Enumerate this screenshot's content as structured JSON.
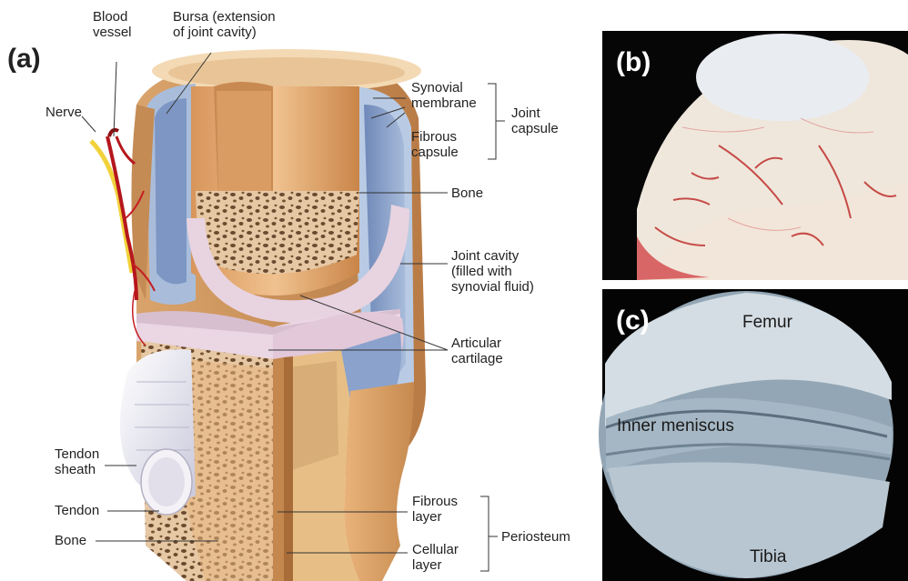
{
  "panels": {
    "a": "(a)",
    "b": "(b)",
    "c": "(c)"
  },
  "labels": {
    "blood_vessel": [
      "Blood",
      "vessel"
    ],
    "bursa": [
      "Bursa (extension",
      "of joint cavity)"
    ],
    "nerve": "Nerve",
    "synovial_membrane": [
      "Synovial",
      "membrane"
    ],
    "fibrous_capsule": [
      "Fibrous",
      "capsule"
    ],
    "joint_capsule": [
      "Joint",
      "capsule"
    ],
    "bone_upper": "Bone",
    "joint_cavity": [
      "Joint cavity",
      "(filled with",
      "synovial fluid)"
    ],
    "articular_cartilage": [
      "Articular",
      "cartilage"
    ],
    "tendon_sheath": [
      "Tendon",
      "sheath"
    ],
    "tendon": "Tendon",
    "bone_lower": "Bone",
    "fibrous_layer": [
      "Fibrous",
      "layer"
    ],
    "cellular_layer": [
      "Cellular",
      "layer"
    ],
    "periosteum": "Periosteum"
  },
  "photo_c_labels": {
    "femur": "Femur",
    "inner_meniscus": "Inner meniscus",
    "tibia": "Tibia"
  },
  "colors": {
    "capsule_tan": "#c9935c",
    "synovial_blue": "#a9bddb",
    "cavity_blue": "#7f98c4",
    "cartilage_pink": "#e8d3e0",
    "bone_orange": "#e1a86a",
    "spongy_bone": "#d5b08c",
    "photo_bg": "#0a0a0a"
  }
}
